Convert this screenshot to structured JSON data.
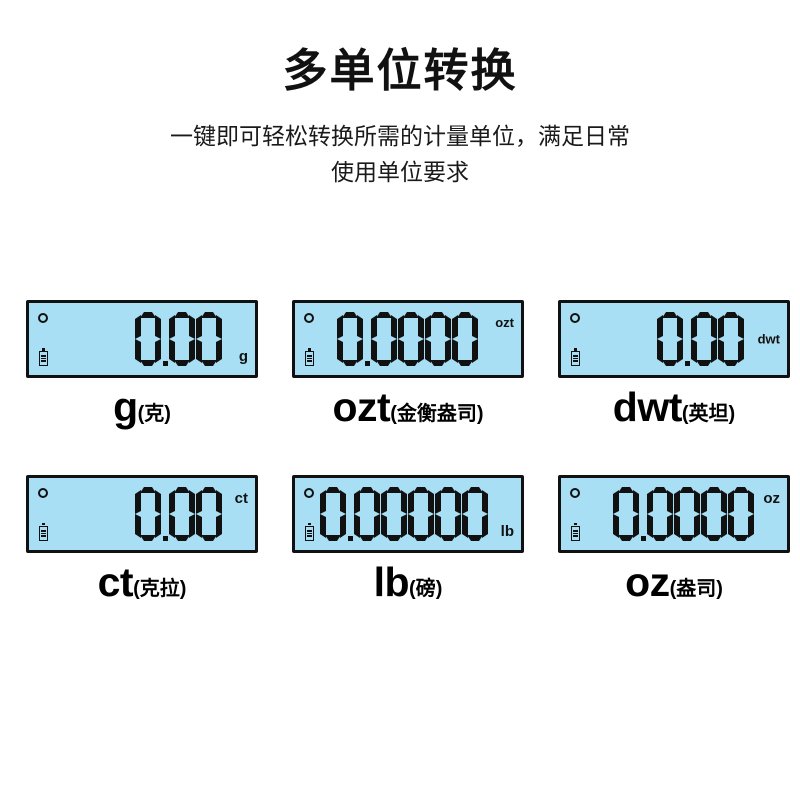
{
  "header": {
    "title": "多单位转换",
    "subtitle_line1": "一键即可轻松转换所需的计量单位，满足日常",
    "subtitle_line2": "使用单位要求"
  },
  "colors": {
    "lcd_background": "#a8dff5",
    "lcd_border": "#111111",
    "segment": "#111111",
    "text": "#000000",
    "page_background": "#ffffff"
  },
  "lcd_indicators": {
    "zero_icon": "zero-circle-icon",
    "battery_icon": "battery-icon"
  },
  "units": [
    {
      "symbol": "g",
      "chinese": "(克)",
      "display_value": "0.00",
      "lcd_unit_label": "g",
      "lcd_unit_position": "bottom",
      "digit_count": 3,
      "decimals": 2
    },
    {
      "symbol": "ozt",
      "chinese": "(金衡盎司)",
      "display_value": "0.0000",
      "lcd_unit_label": "ozt",
      "lcd_unit_position": "top",
      "digit_count": 5,
      "decimals": 4
    },
    {
      "symbol": "dwt",
      "chinese": "(英坦)",
      "display_value": "0.00",
      "lcd_unit_label": "dwt",
      "lcd_unit_position": "middle",
      "digit_count": 3,
      "decimals": 2
    },
    {
      "symbol": "ct",
      "chinese": "(克拉)",
      "display_value": "0.00",
      "lcd_unit_label": "ct",
      "lcd_unit_position": "top",
      "digit_count": 3,
      "decimals": 2
    },
    {
      "symbol": "lb",
      "chinese": "(磅)",
      "display_value": "0.00000",
      "lcd_unit_label": "lb",
      "lcd_unit_position": "bottom",
      "digit_count": 6,
      "decimals": 5
    },
    {
      "symbol": "oz",
      "chinese": "(盎司)",
      "display_value": "0.0000",
      "lcd_unit_label": "oz",
      "lcd_unit_position": "top",
      "digit_count": 5,
      "decimals": 4
    }
  ]
}
